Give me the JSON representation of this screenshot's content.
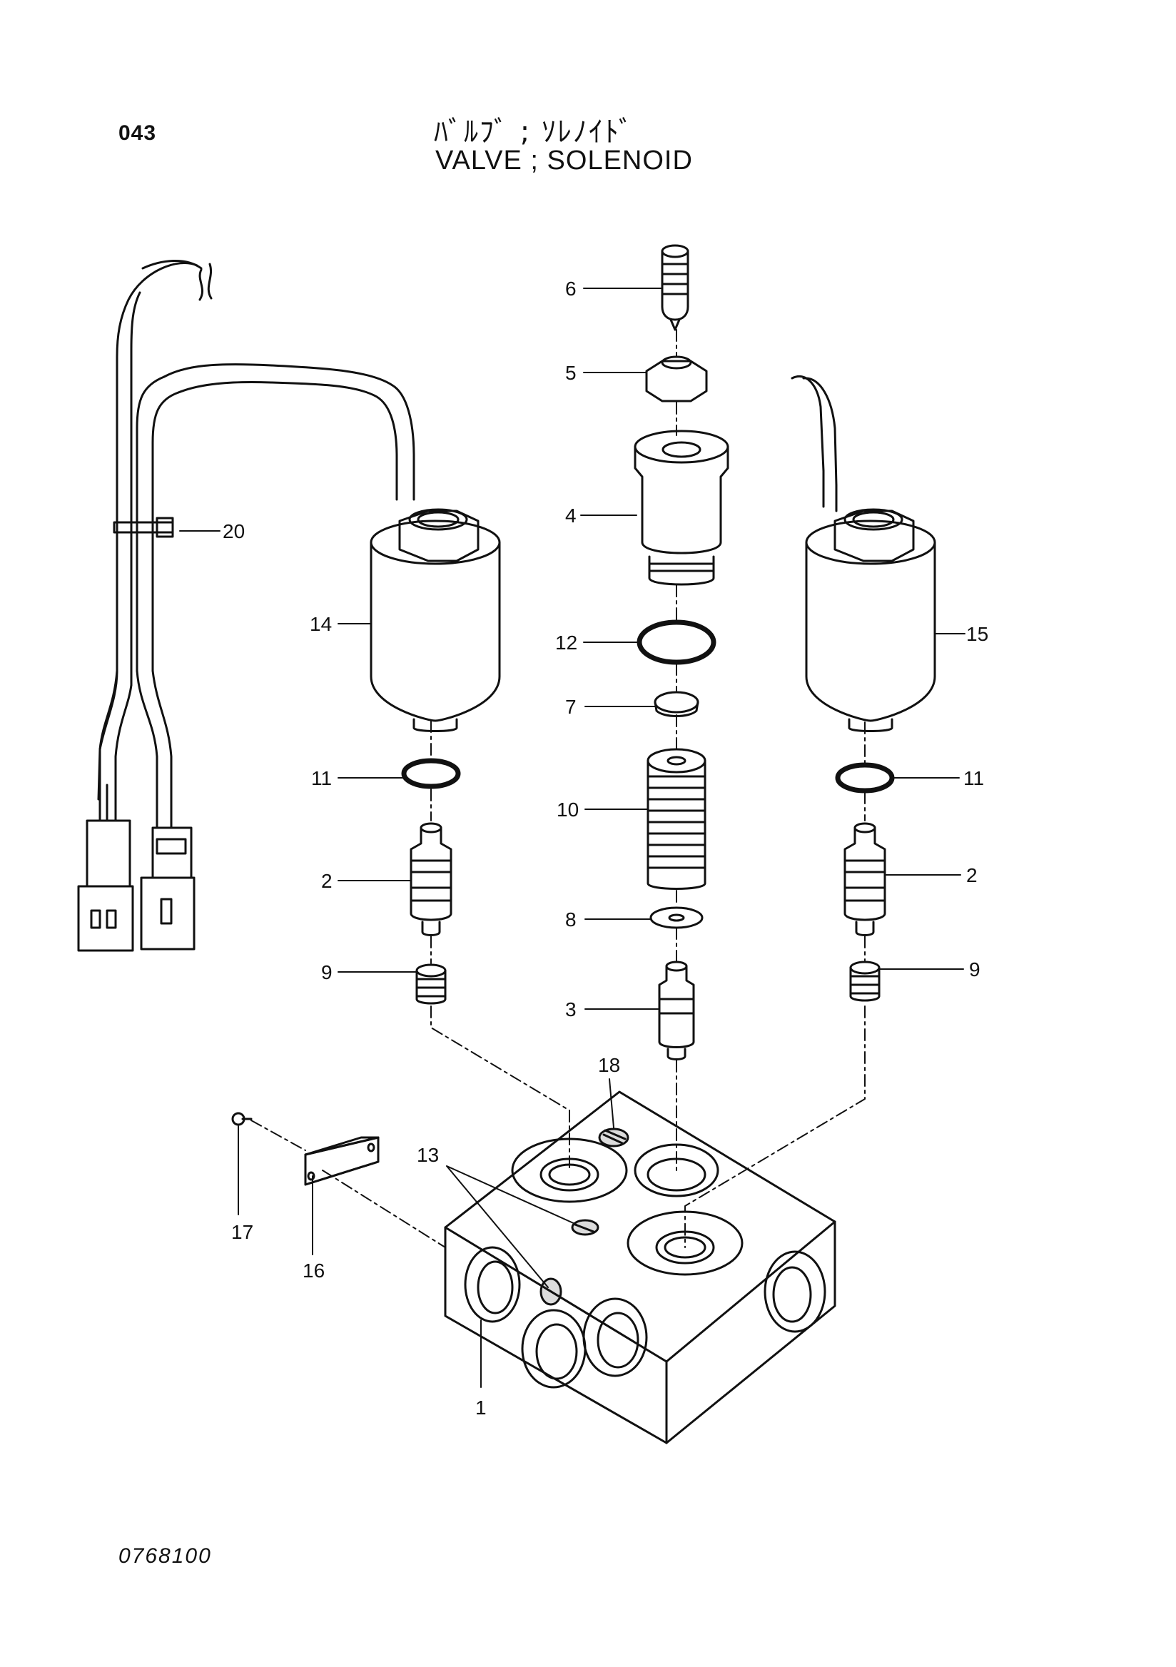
{
  "header": {
    "page_number": "043",
    "title_jp": "ﾊﾞﾙﾌﾞ ; ｿﾚﾉｲﾄﾞ",
    "title_en": "VALVE ; SOLENOID"
  },
  "footer": {
    "drawing_number": "0768100"
  },
  "callouts": {
    "c1": "1",
    "c2a": "2",
    "c2b": "2",
    "c3": "3",
    "c4": "4",
    "c5": "5",
    "c6": "6",
    "c7": "7",
    "c8": "8",
    "c9a": "9",
    "c9b": "9",
    "c10": "10",
    "c11a": "11",
    "c11b": "11",
    "c12": "12",
    "c13": "13",
    "c14": "14",
    "c15": "15",
    "c16": "16",
    "c17": "17",
    "c18": "18",
    "c20": "20"
  }
}
